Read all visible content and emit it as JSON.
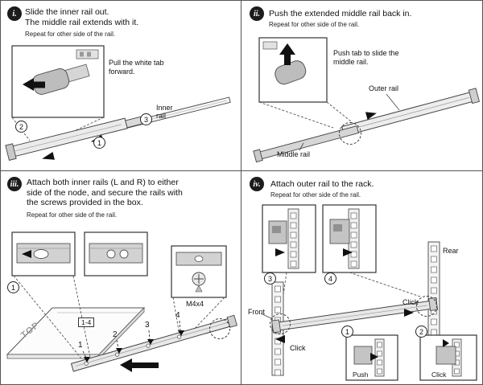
{
  "figure": {
    "panels": [
      {
        "id": "i",
        "badge": "i.",
        "title": [
          "Slide the inner rail out.",
          "The middle rail extends with it."
        ],
        "note": "Repeat for other side of the rail.",
        "inset_caption": "Pull the white tab forward.",
        "callouts": {
          "one": "1",
          "two": "2",
          "three": "3"
        },
        "labels": {
          "inner_rail": "Inner rail"
        }
      },
      {
        "id": "ii",
        "badge": "ii.",
        "title": [
          "Push the extended middle rail back in."
        ],
        "note": "Repeat for other side of the rail.",
        "inset_caption": "Push tab to slide the middle rail.",
        "labels": {
          "outer_rail": "Outer rail",
          "middle_rail": "Middle rail"
        }
      },
      {
        "id": "iii",
        "badge": "iii.",
        "title": [
          "Attach both inner rails (L and R) to either",
          "side of the node, and secure the rails with",
          "the screws provided in the box."
        ],
        "note": "Repeat for other side of the rail.",
        "callouts": {
          "one": "1"
        },
        "labels": {
          "screw": "M4x4",
          "top": "TOP",
          "range": "1-4",
          "pos1": "1",
          "pos2": "2",
          "pos3": "3",
          "pos4": "4"
        }
      },
      {
        "id": "iv",
        "badge": "iv.",
        "title": [
          "Attach outer rail to the rack."
        ],
        "note": "Repeat for other side of the rail.",
        "callouts": {
          "one": "1",
          "two": "2",
          "three": "3",
          "four": "4"
        },
        "labels": {
          "rear": "Rear",
          "front": "Front",
          "click_right": "Click",
          "click_left": "Click",
          "push": "Push",
          "click_bottom": "Click"
        }
      }
    ]
  }
}
